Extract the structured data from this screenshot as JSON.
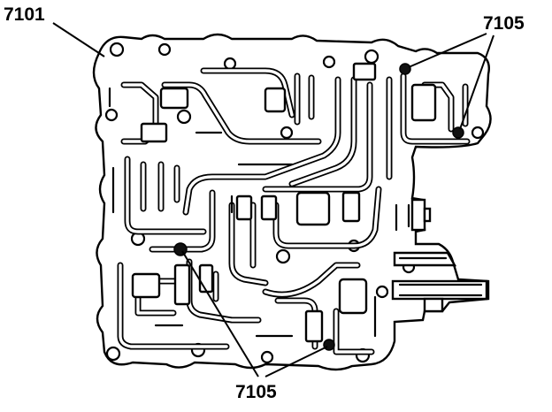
{
  "diagram": {
    "callouts": {
      "valve_body": "7101",
      "check_balls_top": "7105",
      "check_balls_bottom": "7105"
    },
    "colors": {
      "ink": "#000000",
      "paper": "#ffffff"
    }
  }
}
